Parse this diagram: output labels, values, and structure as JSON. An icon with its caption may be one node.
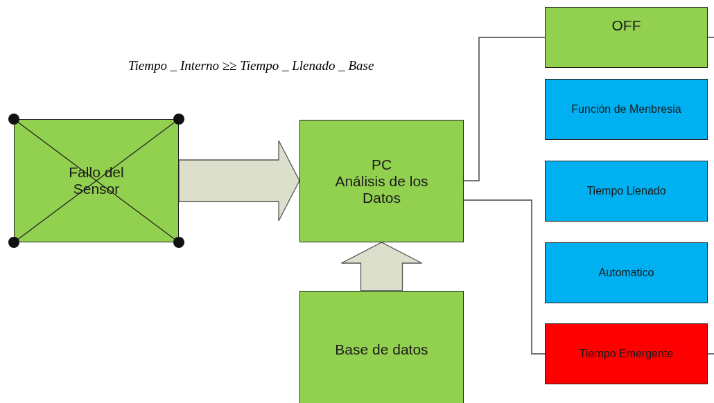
{
  "diagram": {
    "nodes": [
      {
        "text": [
          "Fallo del Sensor"
        ]
      },
      {
        "text": [
          "PC",
          "Análisis de los Datos"
        ]
      },
      {
        "text": [
          "Base de datos"
        ]
      },
      {
        "text": [
          "OFF"
        ]
      },
      {
        "text": [
          "Función de Menbresia"
        ]
      },
      {
        "text": [
          "Tiempo Llenado"
        ]
      },
      {
        "text": [
          "Automatico"
        ]
      },
      {
        "text": [
          "Tiempo Emergente"
        ]
      }
    ],
    "edges": [
      {
        "from": 0,
        "to": 1,
        "arrow": "to",
        "style": "thick"
      },
      {
        "from": 2,
        "to": 1,
        "arrow": "to",
        "style": "thick"
      },
      {
        "from": 1,
        "to": 3,
        "arrow": "none"
      },
      {
        "from": 1,
        "to": 7,
        "arrow": "none"
      },
      {
        "from": 3,
        "to": null,
        "arrow": "none"
      },
      {
        "from": 7,
        "to": null,
        "arrow": "none"
      }
    ],
    "labels": [
      "Tiempo _ Interno ≥≥ Tiempo _ Llenado _ Base"
    ]
  }
}
